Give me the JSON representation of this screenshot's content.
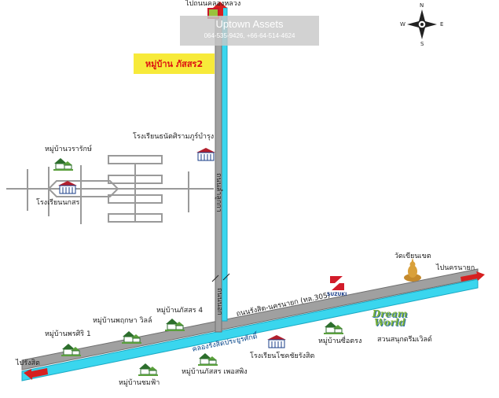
{
  "brand": {
    "name": "Uptown Assets",
    "phones": "064-535-9426, +66-64-514-4624"
  },
  "banner": {
    "text": "หมู่บ้าน ภัสสร2"
  },
  "compass": {
    "n": "N",
    "s": "S",
    "e": "E",
    "w": "W"
  },
  "roads": {
    "north_dest": "ไปถนนคลองหลวง",
    "vertical_road_name": "ถนนลำลูกกา",
    "lower_vertical_label": "ถนนนอก",
    "main_road_name": "ถนนรังสิต-นครนายก (ทล.305)",
    "canal_name": "คลองรังสิตประยูรศักดิ์",
    "west_dest": "ไปรังสิต",
    "east_dest": "ไปนครนายก"
  },
  "places": [
    {
      "key": "worarak",
      "label": "หมู่บ้านวรารักษ์",
      "icon": "house-icon"
    },
    {
      "key": "nakon_school",
      "label": "โรงเรียนนกสร",
      "icon": "school-icon"
    },
    {
      "key": "tanjaree_school",
      "label": "โรงเรียนธนัตศิรามภูร์บำรุง",
      "icon": "school-icon"
    },
    {
      "key": "wat_chian",
      "label": "วัดเขียนเขต",
      "icon": "buddha-icon"
    },
    {
      "key": "chom_fah",
      "label": "หมู่บ้านชมฟ้า",
      "icon": "house-icon"
    },
    {
      "key": "pruksa",
      "label": "หมู่บ้านพฤกษา วิลล์",
      "icon": "house-icon"
    },
    {
      "key": "pornsiri",
      "label": "หมู่บ้านพรศิริ 1",
      "icon": "house-icon"
    },
    {
      "key": "passorn4",
      "label": "หมู่บ้านภัสสร 4",
      "icon": "house-icon"
    },
    {
      "key": "passorn_plus",
      "label": "หมู่บ้านภัสสร เพอสพิง",
      "icon": "house-icon"
    },
    {
      "key": "chotchai_school",
      "label": "โรงเรียนโชคชัยรังสิต",
      "icon": "school-icon"
    },
    {
      "key": "sue_trong",
      "label": "หมู่บ้านซื่อตรง",
      "icon": "house-icon"
    },
    {
      "key": "dream_world",
      "label": "สวนสนุกดรีมเวิลด์",
      "logo_text": "Dream World",
      "icon": "dream-world-logo"
    },
    {
      "key": "suzuki",
      "label": "SUZUKI",
      "icon": "suzuki-logo"
    },
    {
      "key": "big_c",
      "label": "Big C",
      "icon": "big-c-logo"
    }
  ],
  "colors": {
    "road": "#a0a0a0",
    "road_outline": "#6f6f6f",
    "canal": "#3ad6ee",
    "banner_bg": "#f7ea3a",
    "banner_text": "#d11111",
    "arrow": "#d62020",
    "street": "#9a9a9a"
  }
}
